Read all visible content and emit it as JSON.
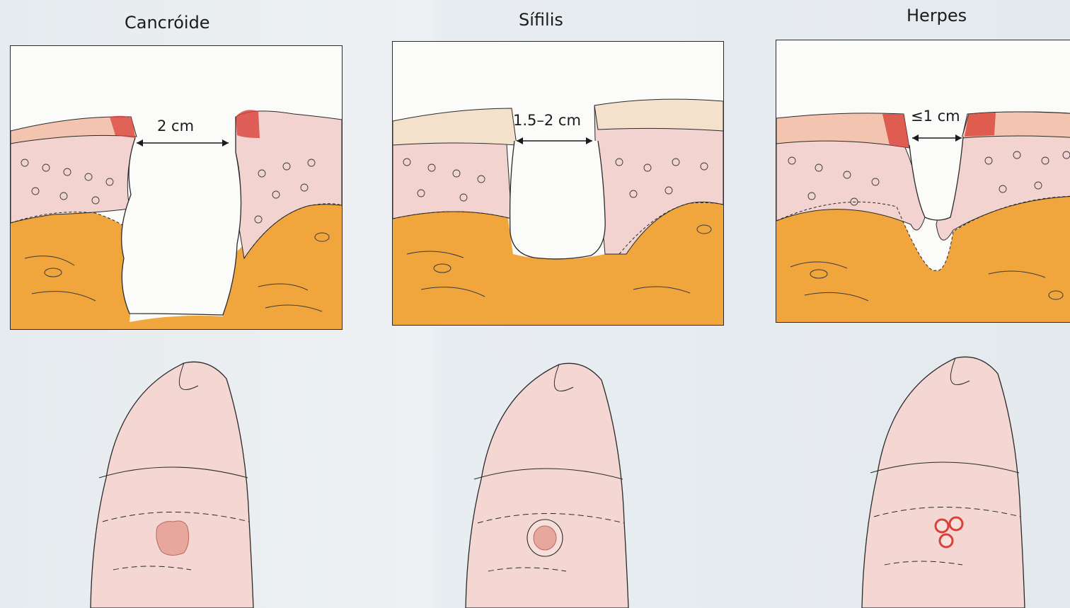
{
  "columns": [
    {
      "title": "Cancróide",
      "measurement": "2 cm"
    },
    {
      "title": "Sífilis",
      "measurement": "1.5–2 cm"
    },
    {
      "title": "Herpes",
      "measurement": "≤1 cm"
    }
  ],
  "colors": {
    "dermis": "#f0a63c",
    "epidermis": "#f2d3d0",
    "keratin": "#f3e1cc",
    "erythema": "#d9423a",
    "skin": "#f4d6d3",
    "outline": "#2a2a2a"
  }
}
